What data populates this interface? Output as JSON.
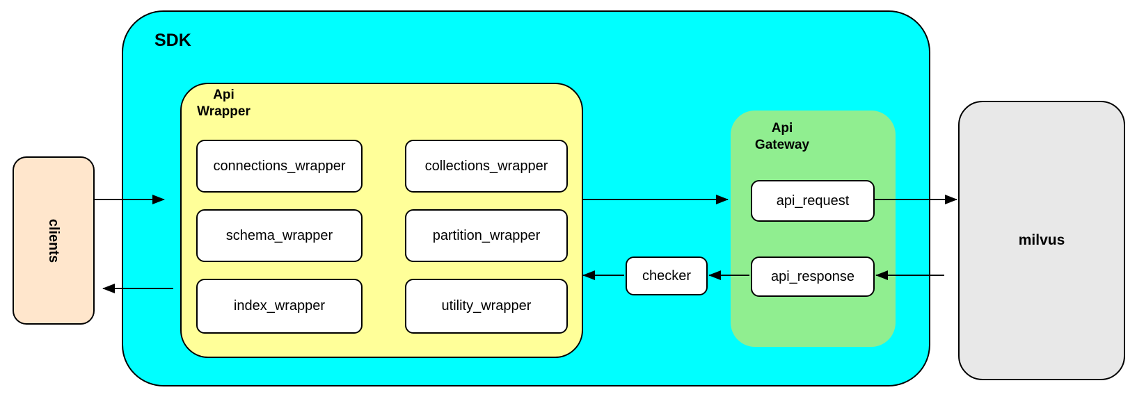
{
  "colors": {
    "cyan": "#00ffff",
    "yellow": "#ffff99",
    "green": "#90ee90",
    "peach": "#ffe6cc",
    "gray": "#e8e8e8",
    "stroke": "#000000"
  },
  "clients": {
    "label": "clients"
  },
  "sdk": {
    "label": "SDK",
    "api_wrapper": {
      "label_line1": "Api",
      "label_line2": "Wrapper",
      "boxes": [
        {
          "label": "connections_wrapper"
        },
        {
          "label": "collections_wrapper"
        },
        {
          "label": "schema_wrapper"
        },
        {
          "label": "partition_wrapper"
        },
        {
          "label": "index_wrapper"
        },
        {
          "label": "utility_wrapper"
        }
      ]
    },
    "checker": {
      "label": "checker"
    },
    "api_gateway": {
      "label_line1": "Api",
      "label_line2": "Gateway",
      "boxes": [
        {
          "label": "api_request"
        },
        {
          "label": "api_response"
        }
      ]
    }
  },
  "milvus": {
    "label": "milvus"
  }
}
